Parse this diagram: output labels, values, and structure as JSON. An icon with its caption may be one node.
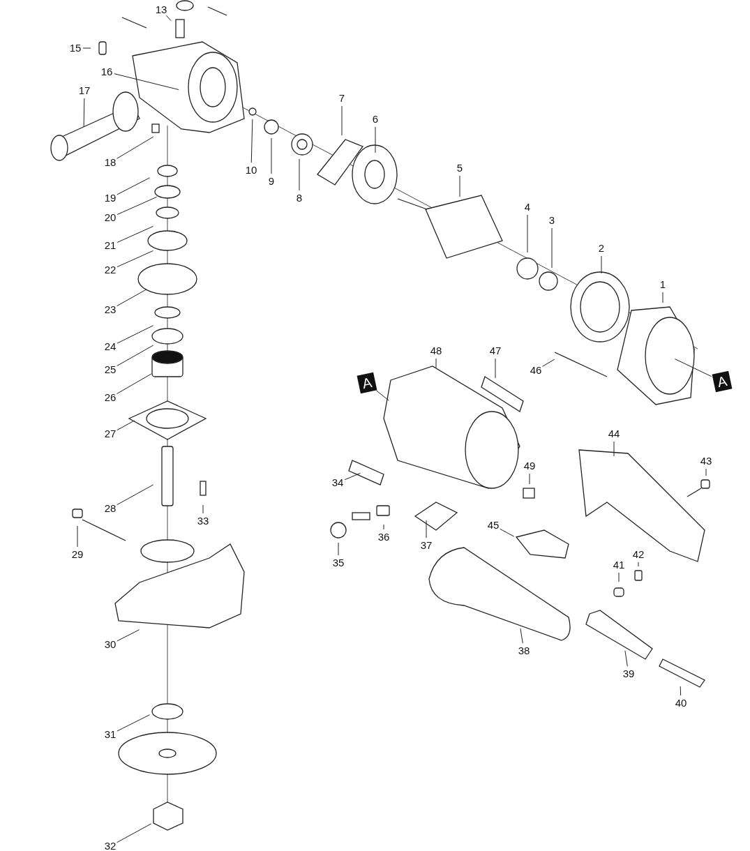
{
  "diagram": {
    "nodes": [
      {
        "text": [
          "13"
        ]
      },
      {
        "text": [
          "15"
        ]
      },
      {
        "text": [
          "16"
        ]
      },
      {
        "text": [
          "17"
        ]
      },
      {
        "text": [
          "7"
        ]
      },
      {
        "text": [
          "6"
        ]
      },
      {
        "text": [
          "18"
        ]
      },
      {
        "text": [
          "10"
        ]
      },
      {
        "text": [
          "9"
        ]
      },
      {
        "text": [
          "5"
        ]
      },
      {
        "text": [
          "8"
        ]
      },
      {
        "text": [
          "19"
        ]
      },
      {
        "text": [
          "20"
        ]
      },
      {
        "text": [
          "4"
        ]
      },
      {
        "text": [
          "3"
        ]
      },
      {
        "text": [
          "21"
        ]
      },
      {
        "text": [
          "2"
        ]
      },
      {
        "text": [
          "22"
        ]
      },
      {
        "text": [
          "1"
        ]
      },
      {
        "text": [
          "23"
        ]
      },
      {
        "text": [
          "24"
        ]
      },
      {
        "text": [
          "47"
        ]
      },
      {
        "text": [
          "48"
        ]
      },
      {
        "text": [
          "25"
        ]
      },
      {
        "text": [
          "46"
        ]
      },
      {
        "text": [
          "A"
        ]
      },
      {
        "text": [
          "A"
        ]
      },
      {
        "text": [
          "26"
        ]
      },
      {
        "text": [
          "27"
        ]
      },
      {
        "text": [
          "44"
        ]
      },
      {
        "text": [
          "43"
        ]
      },
      {
        "text": [
          "49"
        ]
      },
      {
        "text": [
          "34"
        ]
      },
      {
        "text": [
          "28"
        ]
      },
      {
        "text": [
          "33"
        ]
      },
      {
        "text": [
          "45"
        ]
      },
      {
        "text": [
          "36"
        ]
      },
      {
        "text": [
          "37"
        ]
      },
      {
        "text": [
          "29"
        ]
      },
      {
        "text": [
          "35"
        ]
      },
      {
        "text": [
          "42"
        ]
      },
      {
        "text": [
          "41"
        ]
      },
      {
        "text": [
          "30"
        ]
      },
      {
        "text": [
          "38"
        ]
      },
      {
        "text": [
          "39"
        ]
      },
      {
        "text": [
          "40"
        ]
      },
      {
        "text": [
          "31"
        ]
      },
      {
        "text": [
          "32"
        ]
      }
    ],
    "edges": [
      {
        "from": 0,
        "to": null,
        "arrow": "none"
      },
      {
        "from": 1,
        "to": null,
        "arrow": "none"
      },
      {
        "from": 2,
        "to": null,
        "arrow": "none"
      },
      {
        "from": 3,
        "to": null,
        "arrow": "none"
      },
      {
        "from": 4,
        "to": null,
        "arrow": "none"
      },
      {
        "from": 5,
        "to": null,
        "arrow": "none"
      },
      {
        "from": 6,
        "to": null,
        "arrow": "none"
      },
      {
        "from": 7,
        "to": null,
        "arrow": "none"
      },
      {
        "from": 8,
        "to": null,
        "arrow": "none"
      },
      {
        "from": 9,
        "to": null,
        "arrow": "none"
      },
      {
        "from": 10,
        "to": null,
        "arrow": "none"
      },
      {
        "from": 11,
        "to": null,
        "arrow": "none"
      },
      {
        "from": 12,
        "to": null,
        "arrow": "none"
      },
      {
        "from": 13,
        "to": null,
        "arrow": "none"
      },
      {
        "from": 14,
        "to": null,
        "arrow": "none"
      },
      {
        "from": 15,
        "to": null,
        "arrow": "none"
      },
      {
        "from": 16,
        "to": null,
        "arrow": "none"
      },
      {
        "from": 17,
        "to": null,
        "arrow": "none"
      },
      {
        "from": 18,
        "to": null,
        "arrow": "none"
      },
      {
        "from": 19,
        "to": null,
        "arrow": "none"
      },
      {
        "from": 20,
        "to": null,
        "arrow": "none"
      },
      {
        "from": 21,
        "to": null,
        "arrow": "none"
      },
      {
        "from": 22,
        "to": null,
        "arrow": "none"
      },
      {
        "from": 23,
        "to": null,
        "arrow": "none"
      },
      {
        "from": 24,
        "to": null,
        "arrow": "none"
      },
      {
        "from": 25,
        "to": null,
        "arrow": "none"
      },
      {
        "from": 26,
        "to": null,
        "arrow": "none"
      },
      {
        "from": 27,
        "to": null,
        "arrow": "none"
      },
      {
        "from": 28,
        "to": null,
        "arrow": "none"
      },
      {
        "from": 29,
        "to": null,
        "arrow": "none"
      },
      {
        "from": 30,
        "to": null,
        "arrow": "none"
      },
      {
        "from": 31,
        "to": null,
        "arrow": "none"
      },
      {
        "from": 32,
        "to": null,
        "arrow": "none"
      },
      {
        "from": 33,
        "to": null,
        "arrow": "none"
      },
      {
        "from": 34,
        "to": null,
        "arrow": "none"
      },
      {
        "from": 35,
        "to": null,
        "arrow": "none"
      },
      {
        "from": 36,
        "to": null,
        "arrow": "none"
      },
      {
        "from": 37,
        "to": null,
        "arrow": "none"
      },
      {
        "from": 38,
        "to": null,
        "arrow": "none"
      },
      {
        "from": 39,
        "to": null,
        "arrow": "none"
      },
      {
        "from": 40,
        "to": null,
        "arrow": "none"
      },
      {
        "from": 41,
        "to": null,
        "arrow": "none"
      },
      {
        "from": 42,
        "to": null,
        "arrow": "none"
      },
      {
        "from": 43,
        "to": null,
        "arrow": "none"
      },
      {
        "from": 44,
        "to": null,
        "arrow": "none"
      },
      {
        "from": 45,
        "to": null,
        "arrow": "none"
      },
      {
        "from": 46,
        "to": null,
        "arrow": "none"
      },
      {
        "from": 47,
        "to": null,
        "arrow": "none"
      }
    ]
  }
}
